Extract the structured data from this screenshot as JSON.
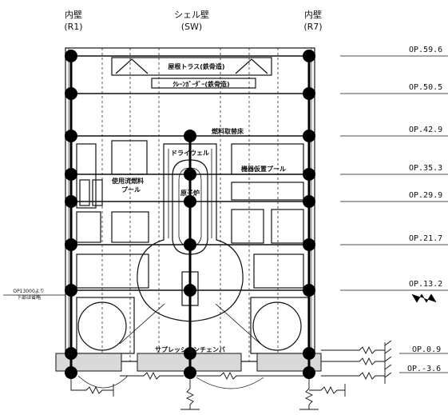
{
  "header": {
    "left_wall": "内壁",
    "left_wall_code": "(R1)",
    "center_wall": "シェル壁",
    "center_wall_code": "(SW)",
    "right_wall": "内壁",
    "right_wall_code": "(R7)"
  },
  "labels": {
    "roof_truss": "屋根トラス(鉄骨造)",
    "overhead_girder": "ｸﾚｰﾝｶﾞｰﾀﾞｰ(鉄骨造)",
    "refueling_floor": "燃料取替床",
    "drywell": "ドライウェル",
    "spent_fuel_pool_1": "使用済燃料",
    "spent_fuel_pool_2": "プール",
    "equipment_pool": "機器仮置プール",
    "reactor": "原子炉",
    "suppression_chamber": "サプレッションチェンバ",
    "side_level_1": "OP13000より",
    "side_level_2": "下部は省略"
  },
  "levels": [
    "OP.59.6",
    "OP.50.5",
    "OP.42.9",
    "OP.35.3",
    "OP.29.9",
    "OP.21.7",
    "OP.13.2",
    "OP.0.9",
    "OP.-3.6"
  ],
  "colors": {
    "line": "#111111",
    "mass": "#000000",
    "foundation": "#d9d9d9"
  }
}
